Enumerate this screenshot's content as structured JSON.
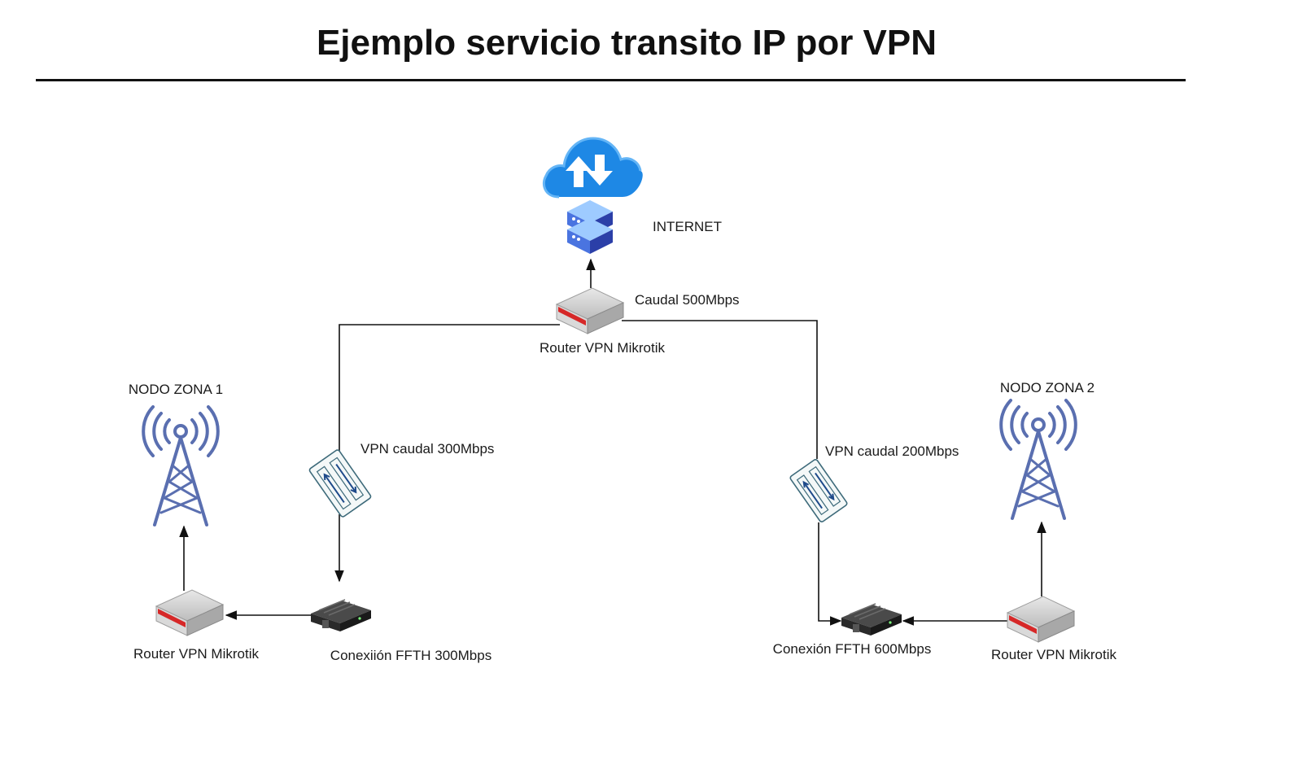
{
  "title": "Ejemplo servicio transito IP por VPN",
  "colors": {
    "cloud": "#1e88e5",
    "server": "#3a5fcd",
    "tower": "#5a6fb0",
    "router_body": "#c7c7c7",
    "router_accent": "#d62828",
    "line": "#111111"
  },
  "nodes": {
    "internet": {
      "label": "INTERNET",
      "icon": "cloud-updown-icon"
    },
    "server": {
      "icon": "server-stack-icon"
    },
    "core_router": {
      "label": "Router VPN Mikrotik",
      "caption": "Caudal 500Mbps",
      "icon": "router-icon"
    },
    "vpn_left": {
      "label": "VPN caudal 300Mbps",
      "icon": "vpn-tunnel-icon"
    },
    "vpn_right": {
      "label": "VPN caudal 200Mbps",
      "icon": "vpn-tunnel-icon"
    },
    "ont_left": {
      "label": "Conexiión FFTH 300Mbps",
      "icon": "modem-icon"
    },
    "ont_right": {
      "label": "Conexión FFTH 600Mbps",
      "icon": "modem-icon"
    },
    "router_left": {
      "label": "Router VPN Mikrotik",
      "icon": "router-icon"
    },
    "router_right": {
      "label": "Router VPN Mikrotik",
      "icon": "router-icon"
    },
    "tower_left": {
      "label": "NODO ZONA 1",
      "icon": "antenna-tower-icon"
    },
    "tower_right": {
      "label": "NODO ZONA 2",
      "icon": "antenna-tower-icon"
    }
  }
}
